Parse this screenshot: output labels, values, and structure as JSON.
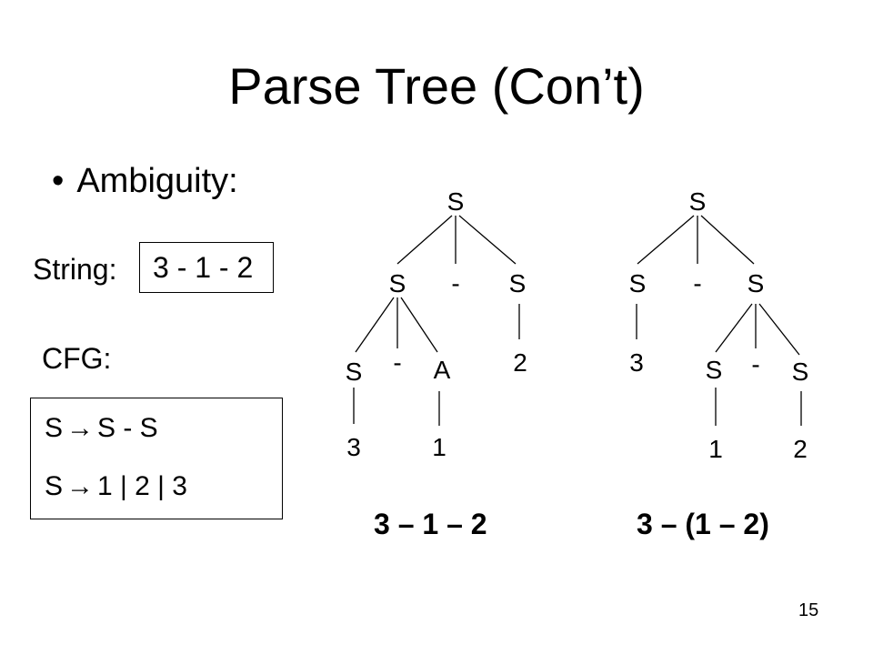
{
  "slide": {
    "title": "Parse Tree (Con’t)",
    "bullet_marker": "•",
    "bullet_text": "Ambiguity:",
    "string_label": "String:",
    "string_value": "3 - 1 - 2",
    "cfg_label": "CFG:",
    "rules": [
      {
        "lhs": "S",
        "arrow": "→",
        "rhs": "S - S"
      },
      {
        "lhs": "S",
        "arrow": "→",
        "rhs": "1 | 2 | 3"
      }
    ],
    "tree_left": {
      "caption": "3 – 1 – 2",
      "root": "S",
      "level1": [
        "S",
        "-",
        "S"
      ],
      "level2": [
        "S",
        "-",
        "A",
        "2"
      ],
      "leaves": [
        "3",
        "1"
      ]
    },
    "tree_right": {
      "caption": "3 – (1 – 2)",
      "root": "S",
      "level1": [
        "S",
        "-",
        "S"
      ],
      "level2": [
        "3",
        "S",
        "-",
        "S"
      ],
      "leaves": [
        "1",
        "2"
      ]
    },
    "page_number": "15"
  }
}
